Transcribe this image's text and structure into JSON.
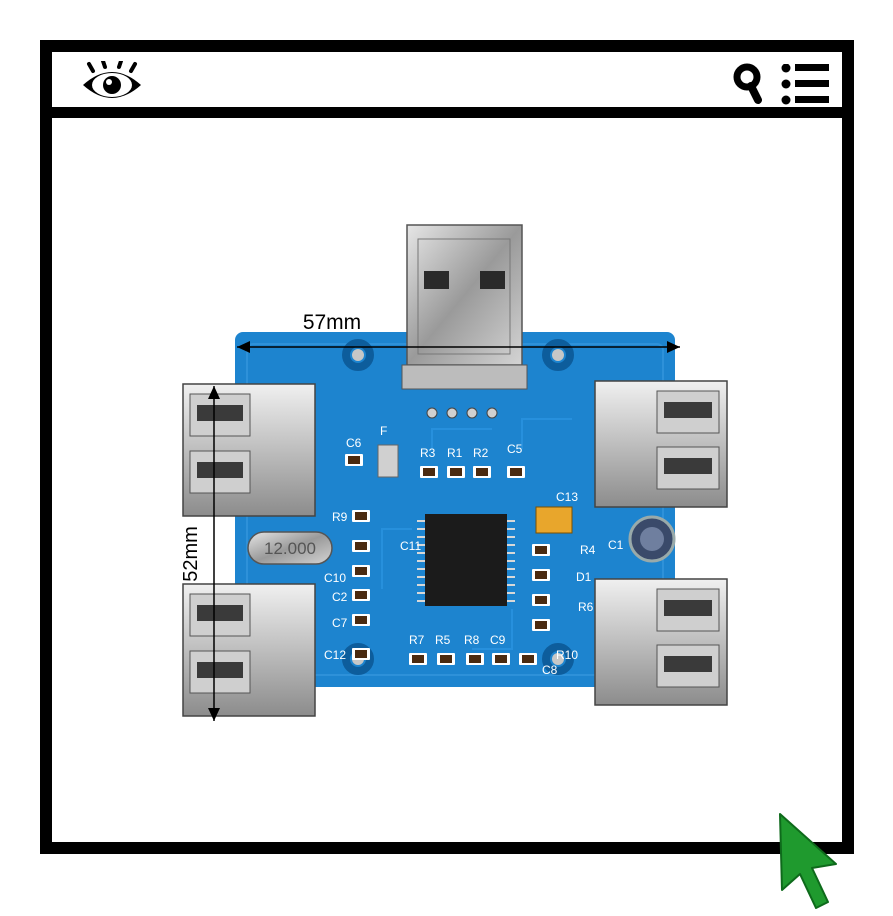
{
  "toolbar": {
    "left_icon": "eye-icon",
    "right_icons": [
      "search-icon",
      "menu-icon"
    ]
  },
  "photo": {
    "subject": "usb-hub-board",
    "dimensions": {
      "width_label": "57mm",
      "height_label": "52mm"
    },
    "crystal_label": "12.000",
    "components": {
      "left": [
        "C6",
        "F",
        "R9",
        "C11",
        "C10",
        "C2",
        "C7",
        "C12"
      ],
      "top": [
        "R3",
        "R1",
        "R2",
        "C5"
      ],
      "right": [
        "C13",
        "C1",
        "R4",
        "D1",
        "R6",
        "R10",
        "C8"
      ],
      "bottom": [
        "R7",
        "R5",
        "R8",
        "C9"
      ]
    }
  },
  "colors": {
    "frame": "#000000",
    "pcb": "#1d84cf",
    "cursor": "#1f9a2e"
  }
}
